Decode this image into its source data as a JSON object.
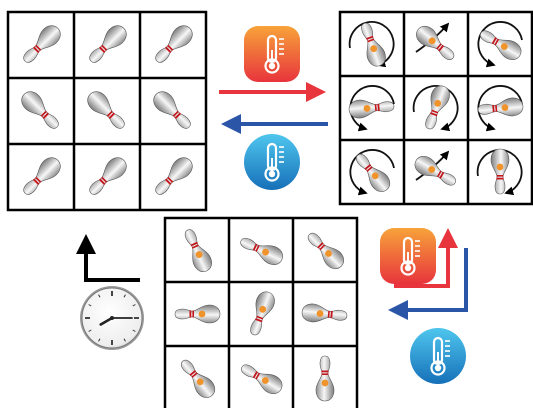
{
  "panels": [
    {
      "id": "ordered",
      "label": "ordered-pins-grid",
      "pins": [
        {
          "angle": -135,
          "dot": false
        },
        {
          "angle": -135,
          "dot": false
        },
        {
          "angle": -135,
          "dot": false
        },
        {
          "angle": 135,
          "dot": false
        },
        {
          "angle": 135,
          "dot": false
        },
        {
          "angle": 135,
          "dot": false
        },
        {
          "angle": -135,
          "dot": false
        },
        {
          "angle": -135,
          "dot": false
        },
        {
          "angle": -135,
          "dot": false
        }
      ]
    },
    {
      "id": "hot-disordered",
      "label": "disordered-rotating-pins-grid",
      "pins": [
        {
          "angle": -20,
          "dot": true,
          "rotation": "cw"
        },
        {
          "angle": 130,
          "dot": true,
          "rotation": "cross"
        },
        {
          "angle": -60,
          "dot": true,
          "rotation": "ccw"
        },
        {
          "angle": 85,
          "dot": true,
          "rotation": "ccw"
        },
        {
          "angle": 200,
          "dot": true,
          "rotation": "cw"
        },
        {
          "angle": -95,
          "dot": true,
          "rotation": "ccw"
        },
        {
          "angle": -40,
          "dot": true,
          "rotation": "ccw"
        },
        {
          "angle": 120,
          "dot": true,
          "rotation": "cross"
        },
        {
          "angle": 180,
          "dot": true,
          "rotation": "cw"
        }
      ]
    },
    {
      "id": "aged",
      "label": "aged-random-pins-grid",
      "pins": [
        {
          "angle": -25,
          "dot": true
        },
        {
          "angle": -65,
          "dot": true
        },
        {
          "angle": -45,
          "dot": true
        },
        {
          "angle": -90,
          "dot": true
        },
        {
          "angle": 200,
          "dot": true
        },
        {
          "angle": 95,
          "dot": true
        },
        {
          "angle": -40,
          "dot": true
        },
        {
          "angle": -60,
          "dot": true
        },
        {
          "angle": 0,
          "dot": true
        }
      ]
    }
  ],
  "thermometers": [
    {
      "id": "heat-top",
      "kind": "hot"
    },
    {
      "id": "cool-top",
      "kind": "cold"
    },
    {
      "id": "heat-right",
      "kind": "hot"
    },
    {
      "id": "cool-right",
      "kind": "cold"
    }
  ],
  "arrows": [
    {
      "id": "heating-arrow",
      "color": "#e8343c"
    },
    {
      "id": "cooling-arrow",
      "color": "#2b56a8"
    },
    {
      "id": "reheat-arrow",
      "color": "#e8343c"
    },
    {
      "id": "recool-arrow",
      "color": "#2b56a8"
    },
    {
      "id": "time-axes",
      "color": "#000000"
    }
  ],
  "colors": {
    "hot_top": "#f7a33a",
    "hot_bottom": "#e8343c",
    "cold_top": "#4fc6ee",
    "cold_bottom": "#1670b8",
    "pin_light": "#f4f4f4",
    "pin_dark": "#9a9a9a",
    "stripe": "#c4161c",
    "dot": "#f0932b"
  },
  "clock": {
    "icon": "clock-icon",
    "hour_hand_angle": 240,
    "minute_hand_angle": 90
  }
}
